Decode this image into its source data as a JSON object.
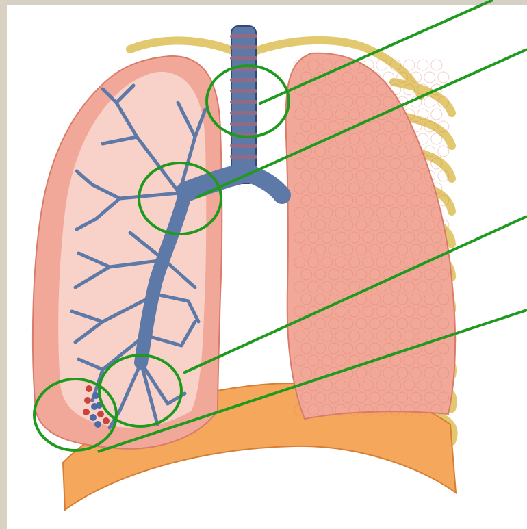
{
  "diagram": {
    "subject": "lungs-anatomy",
    "colors": {
      "border_left": "#d8d1c4",
      "border_top": "#d6d0c4",
      "lung": "#f1a898",
      "lung_edge": "#d97b6b",
      "lung_inner": "#f8d2c8",
      "airway": "#5d79a8",
      "airway_dark": "#2f4a78",
      "airway_ring": "#8f6b86",
      "rib": "#e2c86e",
      "rib_edge": "#b89a3e",
      "diaphragm": "#f5a75b",
      "diaphragm_edge": "#d67f34",
      "alveoli_red": "#c9443c",
      "alveoli_blue": "#4b6aa8",
      "marker": "#1f9a1f"
    },
    "markers": [
      {
        "id": "trachea",
        "target": "trachea"
      },
      {
        "id": "bronchus",
        "target": "bronchus"
      },
      {
        "id": "bronchiole",
        "target": "bronchiole"
      },
      {
        "id": "alveoli",
        "target": "alveoli"
      }
    ]
  }
}
